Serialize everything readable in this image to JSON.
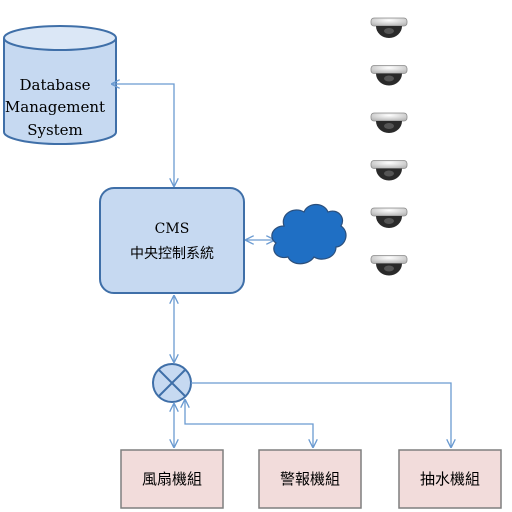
{
  "database": {
    "line1": "Database",
    "line2": "Management",
    "line3": "System"
  },
  "cms": {
    "line1": "CMS",
    "line2": "中央控制系統"
  },
  "cloud": {
    "icon": "cloud-icon"
  },
  "cameras": {
    "icon": "dome-camera-icon",
    "count": 6
  },
  "switch": {
    "icon": "crossed-circle-junction-icon"
  },
  "units": [
    {
      "label": "風扇機組"
    },
    {
      "label": "警報機組"
    },
    {
      "label": "抽水機組"
    }
  ],
  "colors": {
    "box_fill": "#c6d9f1",
    "box_stroke": "#3f6fa8",
    "cloud_fill": "#1f6fc4",
    "unit_fill": "#f2dcdb",
    "unit_stroke": "#7f7f7f",
    "connector": "#6b9bd1"
  }
}
